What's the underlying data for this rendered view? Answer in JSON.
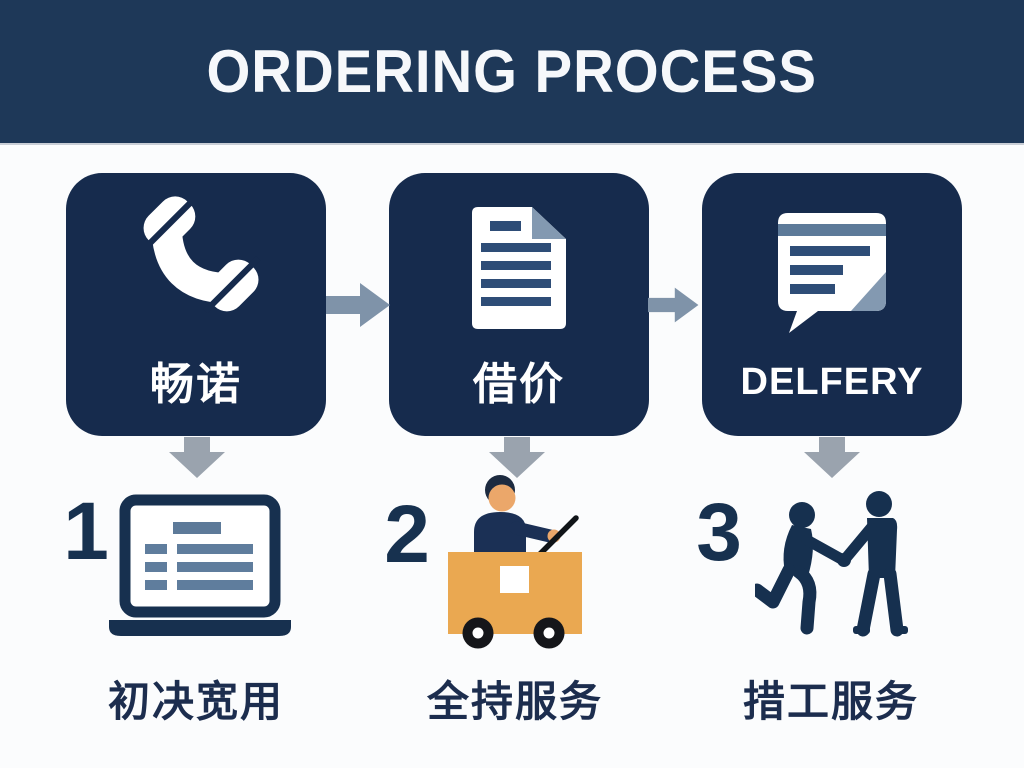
{
  "header": {
    "title": "ORDERING PROCESS"
  },
  "steps": [
    {
      "number": "1",
      "box_label": "畅诺",
      "icon": "phone-icon",
      "illustration": "laptop-form",
      "caption": "初决宽用"
    },
    {
      "number": "2",
      "box_label": "借价",
      "icon": "document-icon",
      "illustration": "cart-with-worker",
      "caption": "全持服务"
    },
    {
      "number": "3",
      "box_label": "DELFERY",
      "icon": "chat-bubble-icon",
      "illustration": "handshake-people",
      "caption": "措工服务"
    }
  ],
  "colors": {
    "header_navy": "#1e3858",
    "box_navy": "#162b4d",
    "arrow_slate": "#7f93a9",
    "arrow_grey": "#9aa3ae",
    "cart_orange": "#eaa851",
    "text_navy": "#1c2d4e",
    "accent_slate": "#5d7a99"
  }
}
